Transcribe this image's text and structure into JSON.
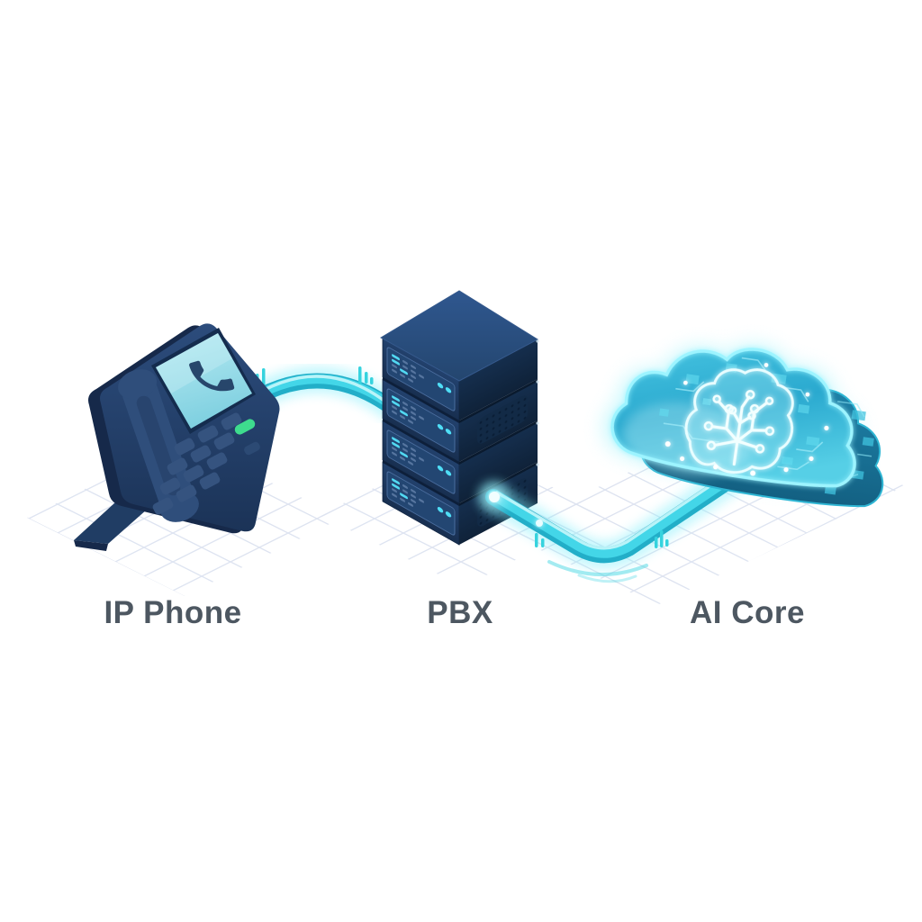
{
  "diagram": {
    "type": "isometric-illustration",
    "background": "#ffffff",
    "nodes": [
      {
        "id": "ip-phone",
        "label": "IP Phone",
        "icon": "ip-phone-illustration"
      },
      {
        "id": "pbx",
        "label": "PBX",
        "icon": "server-stack-illustration"
      },
      {
        "id": "ai-core",
        "label": "AI Core",
        "icon": "ai-brain-cloud-illustration"
      }
    ],
    "connections": [
      {
        "from": "IP Phone",
        "to": "PBX",
        "style": "glowing-cyan-cable"
      },
      {
        "from": "PBX",
        "to": "AI Core",
        "style": "glowing-cyan-cable"
      }
    ],
    "colors": {
      "device_navy": "#1e3a62",
      "device_navy_light": "#2f4e7b",
      "screen_cyan": "#9bdbe9",
      "led_green": "#3edc8e",
      "cable_cyan": "#2ec4da",
      "glow_cyan": "#7deefb",
      "cloud_teal": "#2aa8cc",
      "cloud_dark_teal": "#1b7da4",
      "indicator_cyan": "#4fdef6",
      "label_gray": "#4d5761",
      "grid_gray": "#d8dfee"
    }
  }
}
